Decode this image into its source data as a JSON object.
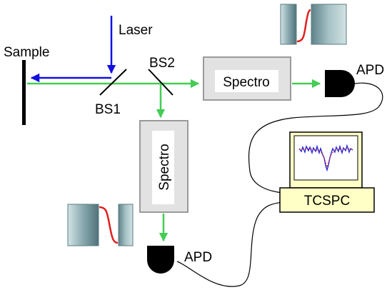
{
  "labels": {
    "laser": "Laser",
    "sample": "Sample",
    "bs1": "BS1",
    "bs2": "BS2",
    "spectro_h": "Spectro",
    "spectro_v": "Spectro",
    "apd_top": "APD",
    "apd_bottom": "APD",
    "tcspc": "TCSPC"
  },
  "colors": {
    "laser_beam": "#1010e0",
    "emission_beam": "#44cc55",
    "spectro_fill": "#e2e2e2",
    "spectro_border": "#9a9a9a",
    "tcspc_fill": "#ffffc6",
    "monitor_fill": "#ffffc6",
    "trace_blue": "#2a2ad6",
    "trace_red": "#e01818",
    "slit_filter": "#e02020"
  }
}
